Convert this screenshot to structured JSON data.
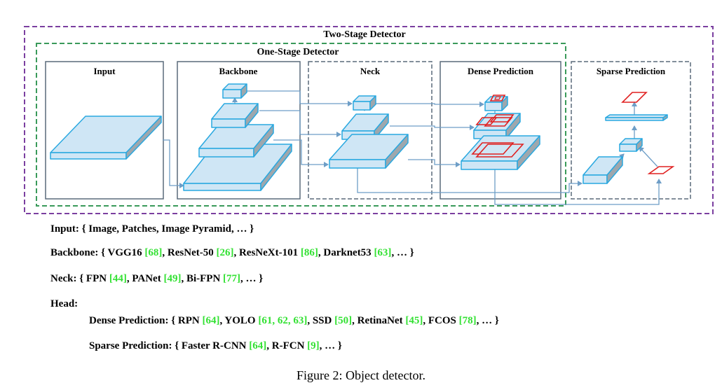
{
  "diagram": {
    "two_stage_label": "Two-Stage Detector",
    "one_stage_label": "One-Stage Detector",
    "panels": {
      "input": "Input",
      "backbone": "Backbone",
      "neck": "Neck",
      "dense": "Dense Prediction",
      "sparse": "Sparse Prediction"
    }
  },
  "legend": {
    "input": {
      "label": "Input:",
      "items": [
        "{ Image, Patches, Image Pyramid, … }"
      ]
    },
    "backbone": {
      "label": "Backbone:",
      "items": [
        {
          "text": "{ VGG16 ",
          "ref": "[68]"
        },
        {
          "text": ", ResNet-50 ",
          "ref": "[26]"
        },
        {
          "text": ", ResNeXt-101 ",
          "ref": "[86]"
        },
        {
          "text": ", Darknet53 ",
          "ref": "[63]"
        },
        {
          "text": ", … }",
          "ref": ""
        }
      ]
    },
    "neck": {
      "label": "Neck:",
      "items": [
        {
          "text": "{ FPN ",
          "ref": "[44]"
        },
        {
          "text": ", PANet ",
          "ref": "[49]"
        },
        {
          "text": ", Bi-FPN ",
          "ref": "[77]"
        },
        {
          "text": ", … }",
          "ref": ""
        }
      ]
    },
    "head": {
      "label": "Head:",
      "dense": {
        "label": "Dense Prediction:",
        "items": [
          {
            "text": " { RPN ",
            "ref": "[64]"
          },
          {
            "text": ", YOLO ",
            "ref": "[61, 62, 63]"
          },
          {
            "text": ", SSD ",
            "ref": "[50]"
          },
          {
            "text": ", RetinaNet ",
            "ref": "[45]"
          },
          {
            "text": ", FCOS ",
            "ref": "[78]"
          },
          {
            "text": ", … }",
            "ref": ""
          }
        ]
      },
      "sparse": {
        "label": "Sparse Prediction:",
        "items": [
          {
            "text": " { Faster R-CNN ",
            "ref": "[64]"
          },
          {
            "text": ",  R-FCN ",
            "ref": "[9]"
          },
          {
            "text": ", … }",
            "ref": ""
          }
        ]
      }
    }
  },
  "caption": "Figure 2: Object detector.",
  "colors": {
    "two_stage_border": "#7b3fa0",
    "one_stage_border": "#3a9a5a",
    "panel_border": "#5a6a7a",
    "layer_face": "#cfe6f5",
    "layer_edge": "#29a8e0",
    "layer_side": "#9ea7ad",
    "arrow": "#6e9ec7",
    "box_red": "#e02020",
    "ref_green": "#33e133"
  }
}
